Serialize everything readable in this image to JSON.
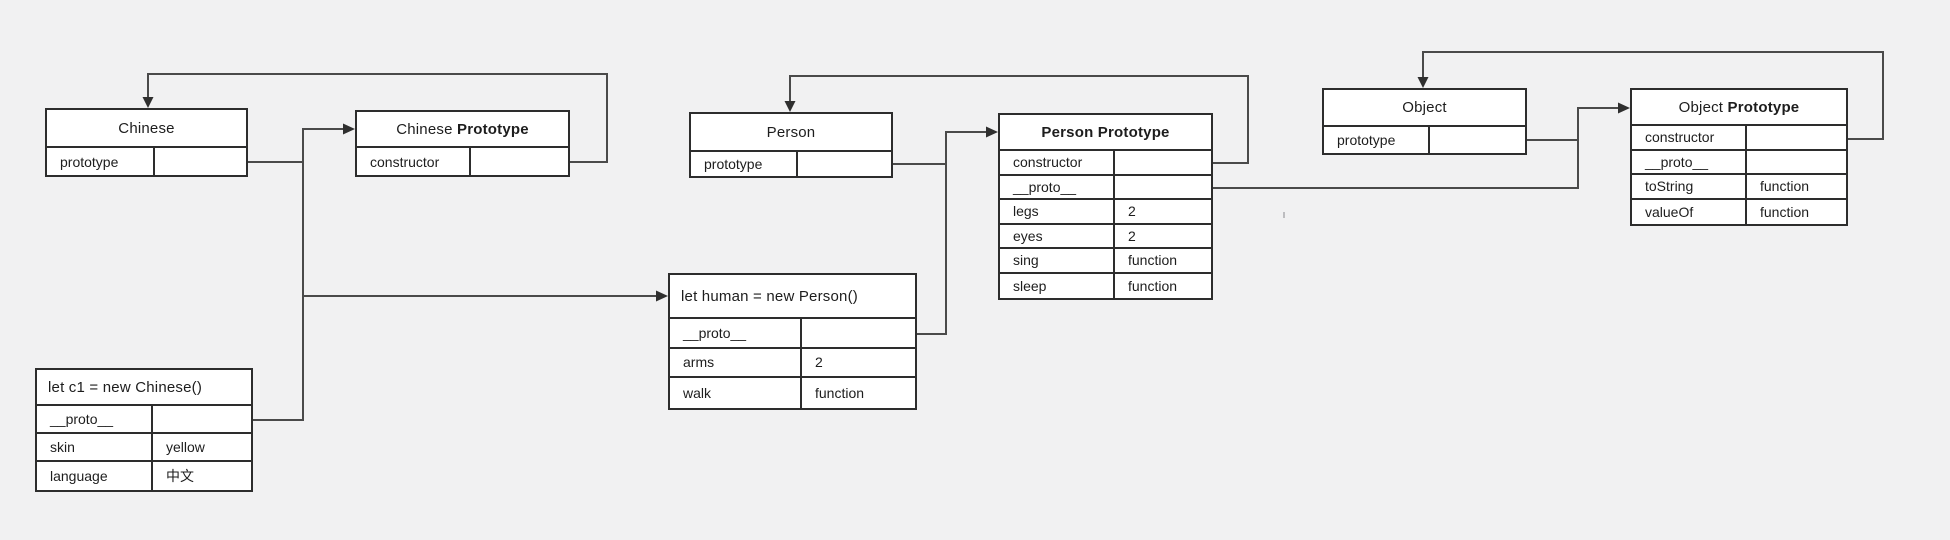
{
  "colors": {
    "background": "#f1f1f2",
    "box_fill": "#ffffff",
    "border": "#2d2d2d",
    "wire": "#4a4a4a",
    "text": "#1d1d1d"
  },
  "boxes": {
    "chinese": {
      "title": "Chinese",
      "title_bold": "",
      "rows": [
        {
          "key": "prototype",
          "val": ""
        }
      ]
    },
    "chinese_prototype": {
      "title": "Chinese ",
      "title_bold": "Prototype",
      "rows": [
        {
          "key": "constructor",
          "val": ""
        }
      ]
    },
    "person": {
      "title": "Person",
      "title_bold": "",
      "rows": [
        {
          "key": "prototype",
          "val": ""
        }
      ]
    },
    "person_prototype": {
      "title": "",
      "title_bold": "Person Prototype",
      "rows": [
        {
          "key": "constructor",
          "val": ""
        },
        {
          "key": "__proto__",
          "val": ""
        },
        {
          "key": "legs",
          "val": "2"
        },
        {
          "key": "eyes",
          "val": "2"
        },
        {
          "key": "sing",
          "val": "function"
        },
        {
          "key": "sleep",
          "val": "function"
        }
      ]
    },
    "object": {
      "title": "Object",
      "title_bold": "",
      "rows": [
        {
          "key": "prototype",
          "val": ""
        }
      ]
    },
    "object_prototype": {
      "title": "Object ",
      "title_bold": "Prototype",
      "rows": [
        {
          "key": "constructor",
          "val": ""
        },
        {
          "key": "__proto__",
          "val": ""
        },
        {
          "key": "toString",
          "val": "function"
        },
        {
          "key": "valueOf",
          "val": "function"
        }
      ]
    },
    "human_instance": {
      "title": "let human = new Person()",
      "title_bold": "",
      "rows": [
        {
          "key": "__proto__",
          "val": ""
        },
        {
          "key": "arms",
          "val": "2"
        },
        {
          "key": "walk",
          "val": "function"
        }
      ]
    },
    "c1_instance": {
      "title": "let c1 = new Chinese()",
      "title_bold": "",
      "rows": [
        {
          "key": "__proto__",
          "val": ""
        },
        {
          "key": "skin",
          "val": "yellow"
        },
        {
          "key": "language",
          "val": "中文"
        }
      ]
    }
  }
}
